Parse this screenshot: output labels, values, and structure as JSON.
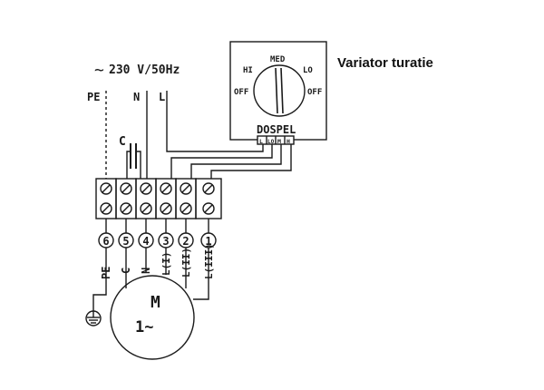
{
  "caption": "Variator turatie",
  "supply": {
    "label": "230 V/50Hz",
    "tilde": "~",
    "lines": {
      "pe": "PE",
      "n": "N",
      "l": "L"
    }
  },
  "capacitor": {
    "label": "C"
  },
  "switch_box": {
    "brand": "DOSPEL",
    "positions": {
      "hi": "HI",
      "med": "MED",
      "lo": "LO",
      "off_left": "OFF",
      "off_right": "OFF"
    },
    "terminals": [
      "L",
      "LO",
      "M",
      "H"
    ]
  },
  "terminal_block": {
    "numbers": [
      "6",
      "5",
      "4",
      "3",
      "2",
      "1"
    ],
    "wire_labels": [
      "PE",
      "C",
      "N",
      "L(I)",
      "L(II)",
      "L(III)"
    ]
  },
  "motor": {
    "letter": "M",
    "phase": "1~"
  },
  "ground_icon": "ground-icon",
  "colors": {
    "line": "#1a1a1a",
    "background": "#ffffff"
  }
}
